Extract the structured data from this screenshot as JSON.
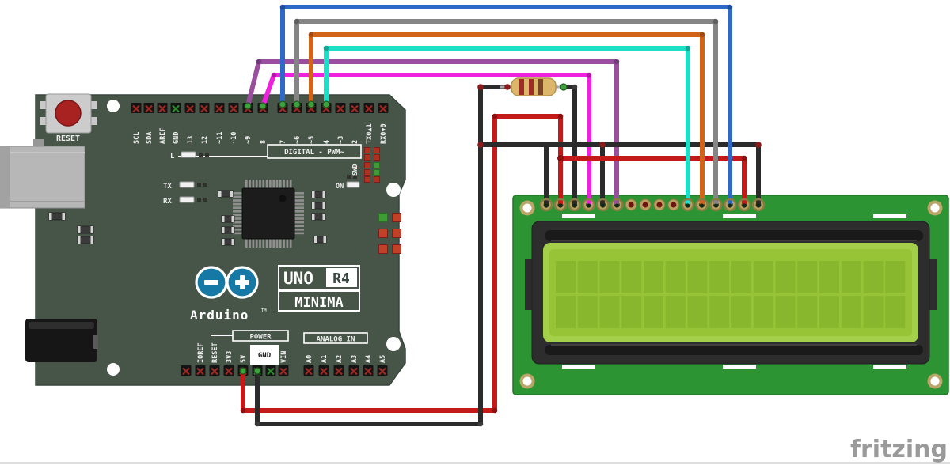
{
  "watermark": "fritzing",
  "arduino": {
    "reset_label": "RESET",
    "digital_label": "DIGITAL  -  PWM~",
    "power_label": "POWER",
    "analog_label": "ANALOG IN",
    "gnd_box_label": "GND",
    "led_l": "L",
    "led_tx": "TX",
    "led_rx": "RX",
    "on_label": "ON",
    "swd_label": "SWD",
    "logo_text": "Arduino",
    "logo_tm": "TM",
    "badge_line1": "UNO",
    "badge_r4": "R4",
    "badge_line2": "MINIMA",
    "top_pins": [
      "SCL",
      "SDA",
      "AREF",
      "GND",
      "13",
      "12",
      "~11",
      "~10",
      "~9",
      "8",
      "7",
      "~6",
      "~5",
      "4",
      "~3",
      "2",
      "TX0▲1",
      "RX0▼0"
    ],
    "power_pins": [
      "IOREF",
      "RESET",
      "3V3",
      "5V",
      "VIN"
    ],
    "analog_pins": [
      "A0",
      "A1",
      "A2",
      "A3",
      "A4",
      "A5"
    ]
  },
  "lcd": {
    "type": "16x2 character LCD",
    "pin_count": 16,
    "unconnected_pins": [
      7,
      8,
      9,
      10
    ]
  },
  "resistor": {
    "bands": [
      "red",
      "red",
      "brown"
    ]
  },
  "connections": [
    {
      "from": "Arduino 5V",
      "to": "LCD pin 2 (VDD)",
      "color": "red"
    },
    {
      "from": "Arduino 5V rail",
      "to": "LCD pin 15 (LED+)",
      "color": "red"
    },
    {
      "from": "Arduino GND",
      "to": "resistor -> LCD pin 3 (V0)",
      "color": "black"
    },
    {
      "from": "Arduino GND rail",
      "to": "LCD pin 1 (VSS)",
      "color": "black"
    },
    {
      "from": "Arduino GND rail",
      "to": "LCD pin 5 (RW)",
      "color": "black"
    },
    {
      "from": "Arduino GND rail",
      "to": "LCD pin 16 (LED-)",
      "color": "black"
    },
    {
      "from": "Arduino ~9",
      "to": "LCD pin 6 (E)",
      "color": "purple"
    },
    {
      "from": "Arduino 8",
      "to": "LCD pin 4 (RS)",
      "color": "magenta"
    },
    {
      "from": "Arduino 7",
      "to": "LCD pin 14 (D7)",
      "color": "blue"
    },
    {
      "from": "Arduino ~6",
      "to": "LCD pin 13 (D6)",
      "color": "gray"
    },
    {
      "from": "Arduino ~5",
      "to": "LCD pin 12 (D5)",
      "color": "orange"
    },
    {
      "from": "Arduino 4",
      "to": "LCD pin 11 (D4)",
      "color": "cyan"
    }
  ],
  "colors": {
    "board_green": "#475548",
    "lcd_pcb": "#2d9434",
    "lcd_screen": "#97c437",
    "wire_red": "#c41a1a",
    "wire_black": "#2b2b2b",
    "wire_blue": "#2e68c9",
    "wire_gray": "#858585",
    "wire_orange": "#d2641a",
    "wire_cyan": "#1ddfc6",
    "wire_purple": "#9a4f9e",
    "wire_magenta": "#ee22dd"
  }
}
